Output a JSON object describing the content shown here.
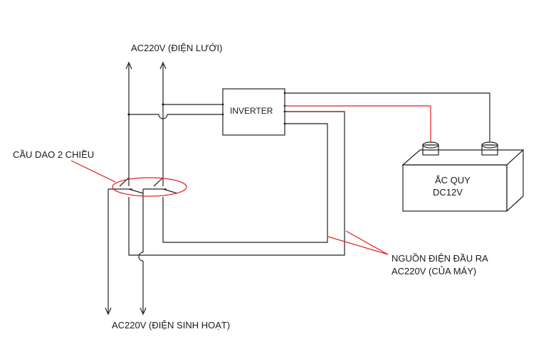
{
  "labels": {
    "grid_input": "AC220V (ĐIỆN LƯỚI)",
    "switch": "CẦU DAO 2 CHIỀU",
    "inverter": "INVERTER",
    "battery_line1": "ẮC QUY",
    "battery_line2": "DC12V",
    "output_line1": "NGUỒN ĐIỆN ĐẦU RA",
    "output_line2": "AC220V (CỦA MÁY)",
    "household": "AC220V (ĐIỆN SINH HOẠT)"
  },
  "colors": {
    "wire": "#222222",
    "positive_wire": "#e02020",
    "highlight": "#e02020"
  }
}
